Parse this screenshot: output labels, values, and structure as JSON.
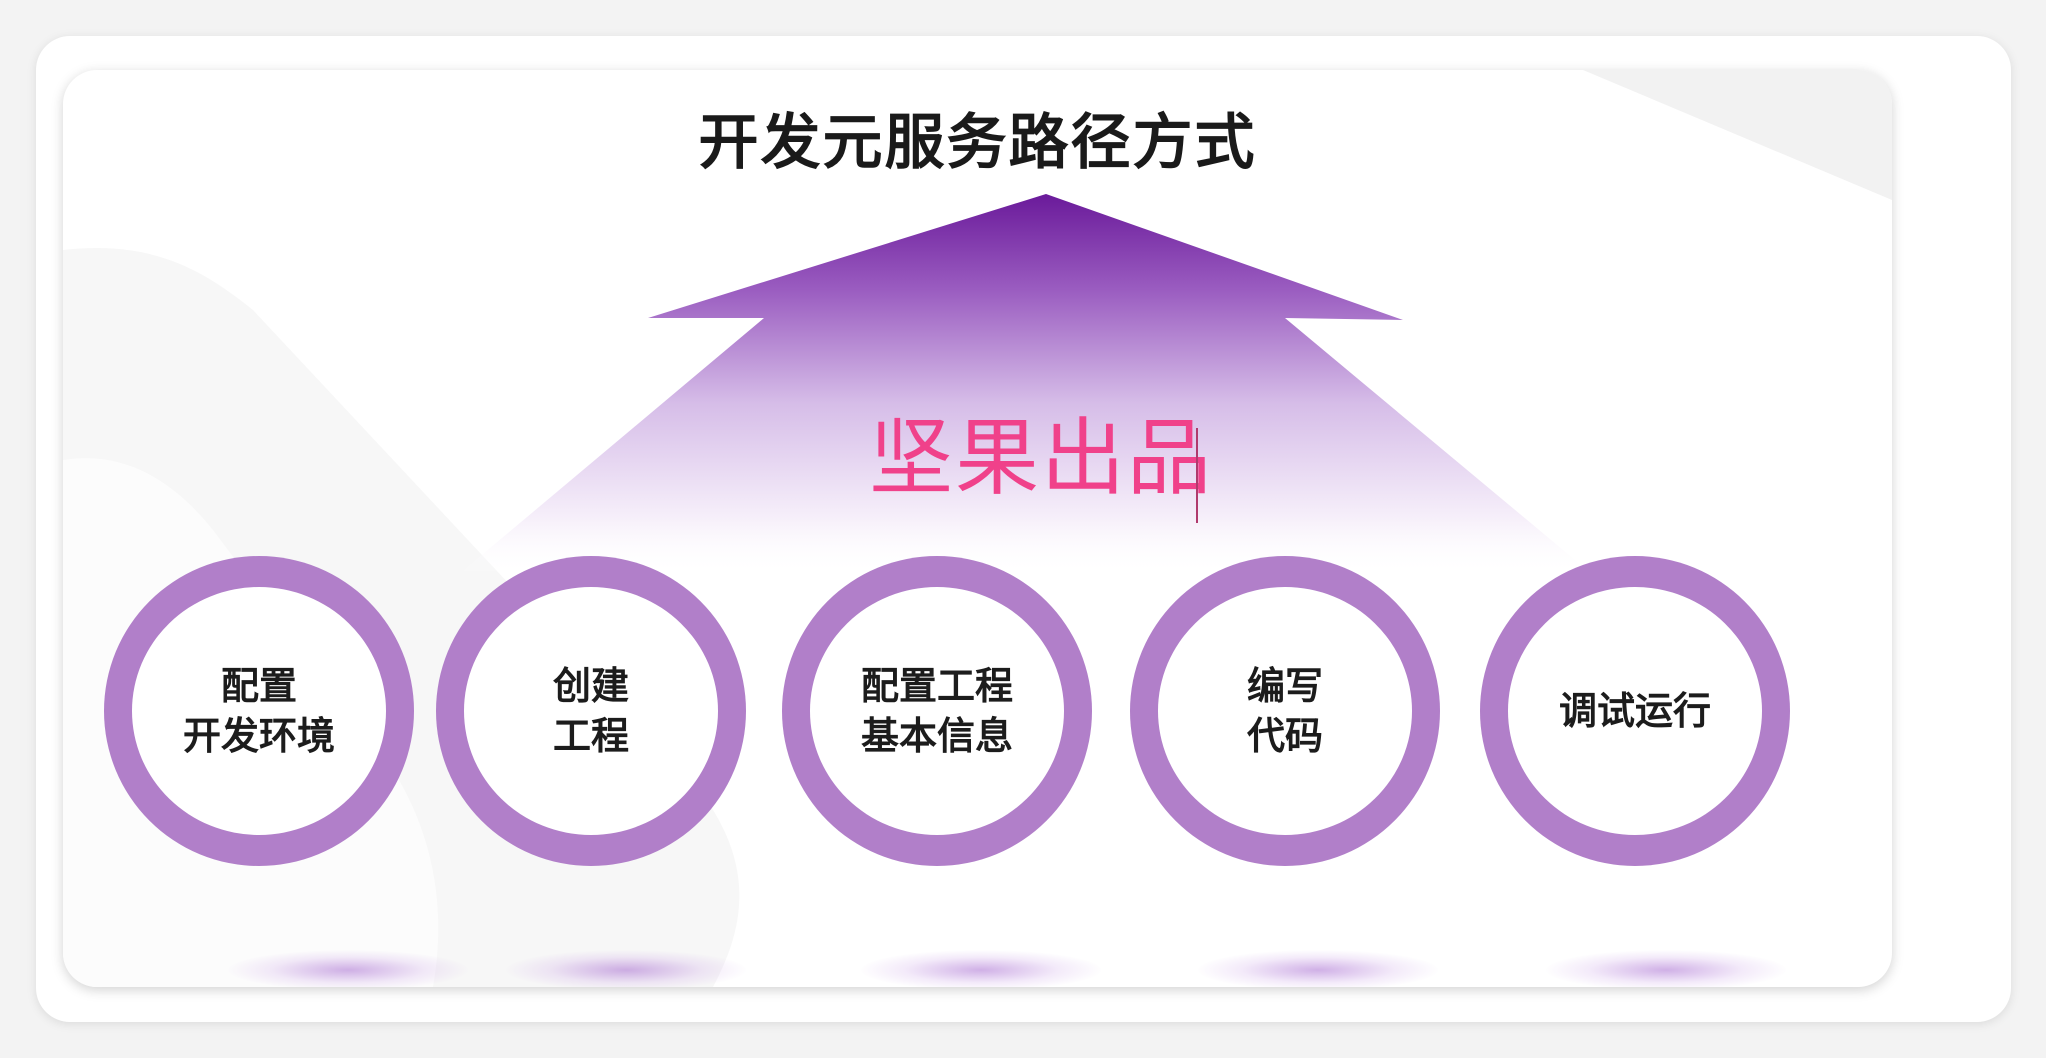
{
  "title": "开发元服务路径方式",
  "watermark": "坚果出品",
  "steps": [
    {
      "line1": "配置",
      "line2": "开发环境"
    },
    {
      "line1": "创建",
      "line2": "工程"
    },
    {
      "line1": "配置工程",
      "line2": "基本信息"
    },
    {
      "line1": "编写",
      "line2": "代码"
    },
    {
      "line1": "调试运行",
      "line2": ""
    }
  ],
  "colors": {
    "accent": "#b17fc9",
    "arrow_top": "#6a1a9a",
    "watermark": "#f0418a"
  }
}
